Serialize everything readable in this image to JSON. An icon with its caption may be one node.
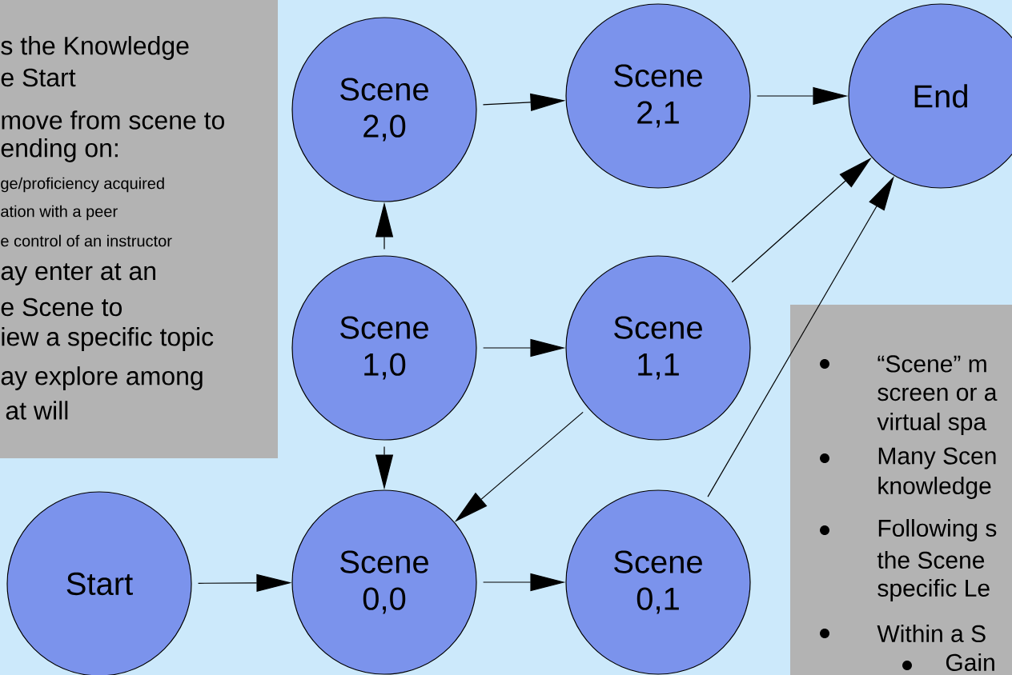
{
  "diagram": {
    "nodes": [
      {
        "text": [
          "Start"
        ]
      },
      {
        "text": [
          "Scene 0,0"
        ]
      },
      {
        "text": [
          "Scene 0,1"
        ]
      },
      {
        "text": [
          "Scene 1,0"
        ]
      },
      {
        "text": [
          "Scene 1,1"
        ]
      },
      {
        "text": [
          "Scene 2,0"
        ]
      },
      {
        "text": [
          "Scene 2,1"
        ]
      },
      {
        "text": [
          "End"
        ]
      }
    ],
    "edges": [
      {
        "from": 0,
        "to": 1,
        "arrow": "to"
      },
      {
        "from": 1,
        "to": 2,
        "arrow": "to"
      },
      {
        "from": 3,
        "to": 1,
        "arrow": "to"
      },
      {
        "from": 3,
        "to": 5,
        "arrow": "to"
      },
      {
        "from": 3,
        "to": 4,
        "arrow": "to"
      },
      {
        "from": 4,
        "to": 1,
        "arrow": "to"
      },
      {
        "from": 5,
        "to": 6,
        "arrow": "to"
      },
      {
        "from": 6,
        "to": 7,
        "arrow": "to"
      },
      {
        "from": 4,
        "to": 7,
        "arrow": "to"
      },
      {
        "from": 2,
        "to": 7,
        "arrow": "to"
      }
    ],
    "labels": [
      "s the Knowledge",
      "e Start",
      "move from scene to",
      "ending on:",
      "ge/proficiency acquired",
      "ation with a peer",
      "e control of an instructor",
      "ay enter at an",
      "e Scene to",
      "iew a specific topic",
      "ay explore among",
      "at will",
      "“Scene” m",
      "screen or a",
      "virtual spa",
      "Many Scen",
      "knowledge",
      "Following s",
      "the Scene",
      "specific Le",
      "Within a S",
      "Gain"
    ]
  }
}
